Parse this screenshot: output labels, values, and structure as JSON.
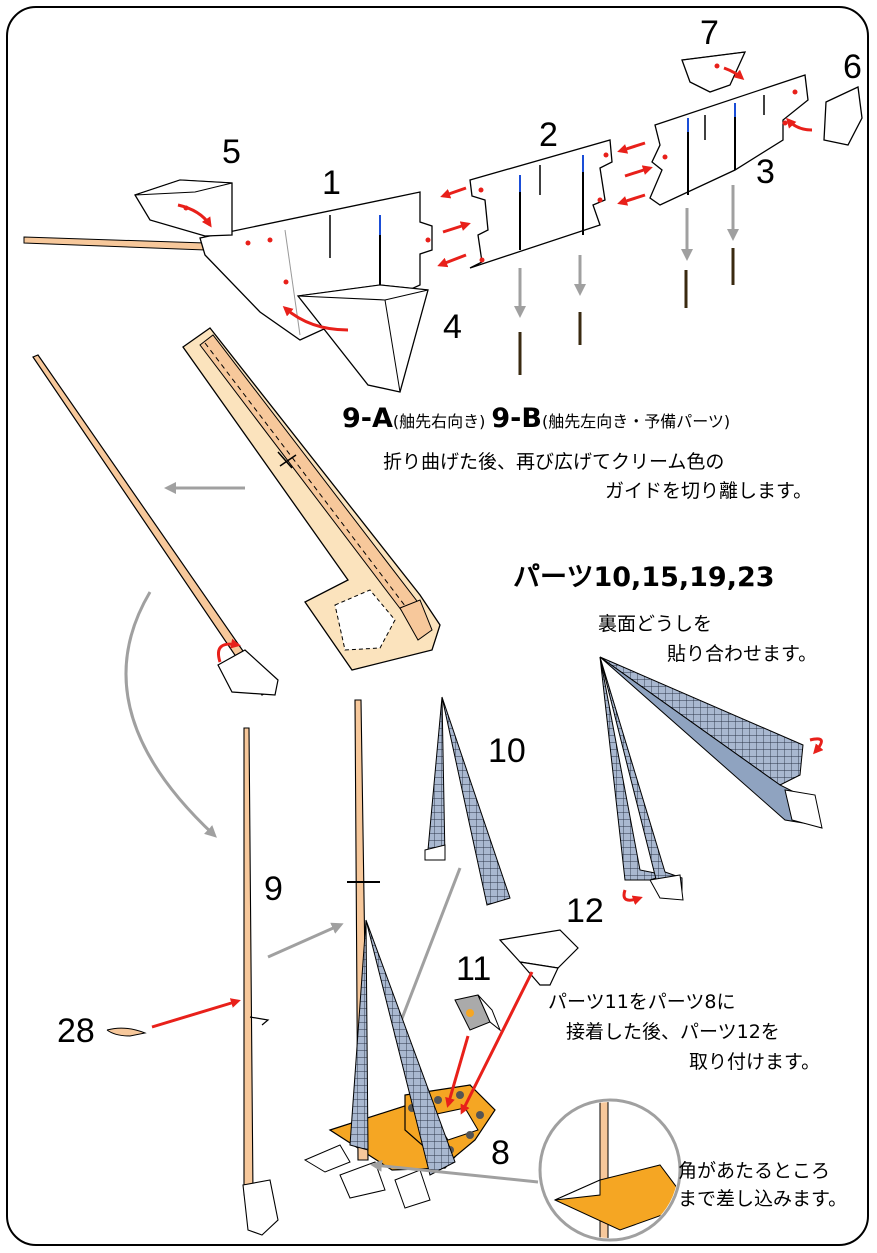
{
  "part_labels": {
    "p1": "1",
    "p2": "2",
    "p3": "3",
    "p4": "4",
    "p5": "5",
    "p6": "6",
    "p7": "7",
    "p8": "8",
    "p9": "9",
    "p10": "10",
    "p11": "11",
    "p12": "12",
    "p28": "28"
  },
  "mast_note": {
    "label_a": "9-A",
    "paren_a": "(舳先右向き)",
    "label_b": "9-B",
    "paren_b": "(舳先左向き・予備パーツ)",
    "line1": "折り曲げた後、再び広げてクリーム色の",
    "line2": "ガイドを切り離します。"
  },
  "sail_parts": {
    "heading": "パーツ10,15,19,23",
    "line1": "裏面どうしを",
    "line2": "貼り合わせます。"
  },
  "attach_note": {
    "line1": "パーツ11をパーツ8に",
    "line2": "接着した後、パーツ12を",
    "line3": "取り付けます。"
  },
  "insert_note": {
    "line1": "角があたるところ",
    "line2": "まで差し込みます。"
  },
  "colors": {
    "accent_red": "#e8201a",
    "arrow_gray": "#a0a0a0",
    "mast_tan": "#f7c89b",
    "guide_cream": "#fbe3bd",
    "deck_orange": "#f5a623",
    "sail_blue": "#8fa3c0"
  }
}
